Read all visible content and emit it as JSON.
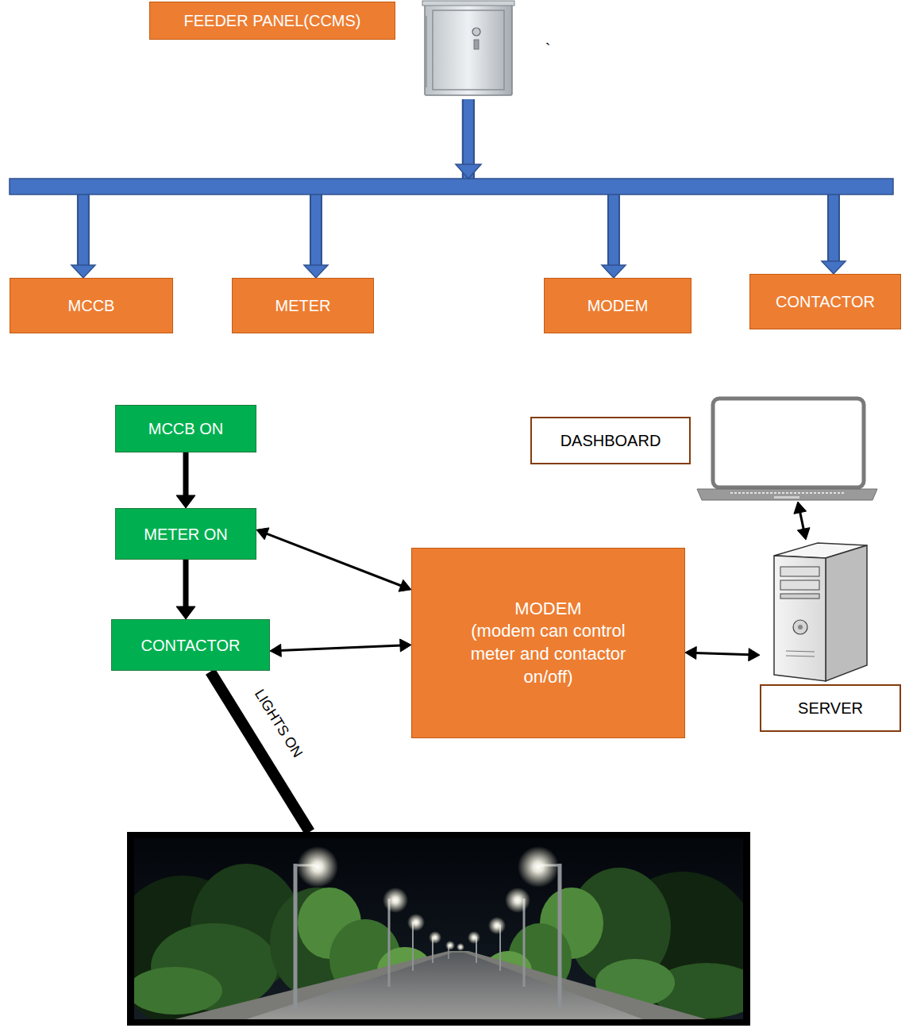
{
  "diagram": {
    "nodes": [
      {
        "text": [
          "FEEDER PANEL(CCMS)"
        ]
      },
      {
        "text": [
          "MCCB"
        ]
      },
      {
        "text": [
          "METER"
        ]
      },
      {
        "text": [
          "MODEM"
        ]
      },
      {
        "text": [
          "CONTACTOR"
        ]
      },
      {
        "text": [
          "MCCB ON"
        ]
      },
      {
        "text": [
          "DASHBOARD"
        ]
      },
      {
        "text": [
          "METER ON"
        ]
      },
      {
        "text": [
          "MODEM",
          "(modem can control meter and contactor on/off)"
        ]
      },
      {
        "text": [
          "CONTACTOR"
        ]
      },
      {
        "text": [
          "SERVER"
        ]
      }
    ],
    "edges": [
      {
        "from": 0,
        "to": 1,
        "arrow": "to"
      },
      {
        "from": 0,
        "to": 2,
        "arrow": "to"
      },
      {
        "from": 0,
        "to": 3,
        "arrow": "to"
      },
      {
        "from": 0,
        "to": 4,
        "arrow": "to"
      },
      {
        "from": 5,
        "to": 7,
        "arrow": "to"
      },
      {
        "from": 7,
        "to": 9,
        "arrow": "to"
      },
      {
        "from": 7,
        "to": 8,
        "arrow": "both"
      },
      {
        "from": 9,
        "to": 8,
        "arrow": "both"
      },
      {
        "from": 8,
        "to": 10,
        "arrow": "both"
      },
      {
        "from": 6,
        "to": 10,
        "arrow": "both"
      }
    ],
    "labels": [
      "`",
      "LIGHTS ON"
    ]
  }
}
